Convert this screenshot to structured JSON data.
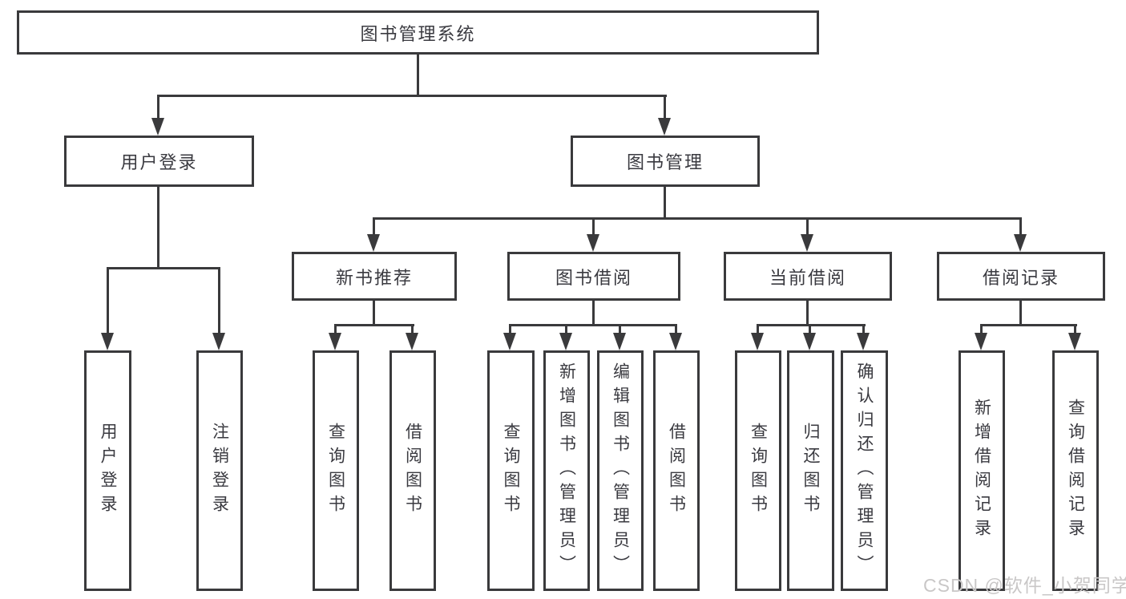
{
  "diagram": {
    "root": {
      "label": "图书管理系统"
    },
    "branches": [
      {
        "label": "用户登录",
        "children": [
          {
            "label": "用户登录"
          },
          {
            "label": "注销登录"
          }
        ]
      },
      {
        "label": "图书管理",
        "children": [
          {
            "label": "新书推荐",
            "children": [
              {
                "label": "查询图书"
              },
              {
                "label": "借阅图书"
              }
            ]
          },
          {
            "label": "图书借阅",
            "children": [
              {
                "label": "查询图书"
              },
              {
                "label": "新增图书（管理员）"
              },
              {
                "label": "编辑图书（管理员）"
              },
              {
                "label": "借阅图书"
              }
            ]
          },
          {
            "label": "当前借阅",
            "children": [
              {
                "label": "查询图书"
              },
              {
                "label": "归还图书"
              },
              {
                "label": "确认归还（管理员）"
              }
            ]
          },
          {
            "label": "借阅记录",
            "children": [
              {
                "label": "新增借阅记录"
              },
              {
                "label": "查询借阅记录"
              }
            ]
          }
        ]
      }
    ]
  },
  "watermark": {
    "text": "CSDN @软件_小贺同学"
  },
  "colors": {
    "line": "#3a3a3c",
    "text": "#3a3a40",
    "background": "#ffffff",
    "watermark": "#c9c7c7"
  }
}
